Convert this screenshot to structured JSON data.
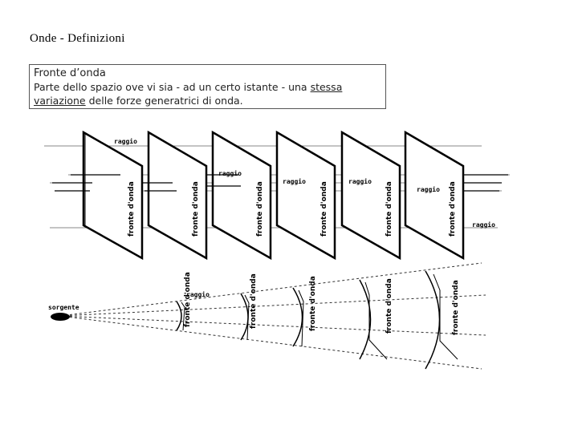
{
  "slide": {
    "title": "Onde - Definizioni"
  },
  "definition": {
    "heading": "Fronte d’onda",
    "text_before": "Parte dello spazio ove vi sia - ad un certo istante - una ",
    "underlined_1": "stessa",
    "underlined_2": "variazione",
    "text_after": " delle forze generatrici di onda."
  },
  "plane_diagram": {
    "plane_label": "fronte d'onda",
    "ray_label": "raggio"
  },
  "spherical_diagram": {
    "front_label": "fronte d'onda",
    "ray_label": "raggio",
    "source_label": "sorgente"
  }
}
